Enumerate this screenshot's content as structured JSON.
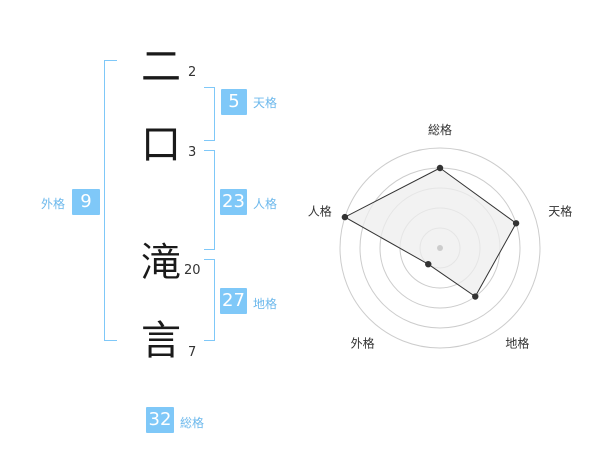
{
  "characters": [
    {
      "char": "二",
      "strokes": "2"
    },
    {
      "char": "口",
      "strokes": "3"
    },
    {
      "char": "滝",
      "strokes": "20"
    },
    {
      "char": "言",
      "strokes": "7"
    }
  ],
  "fortunes": {
    "tenkaku": {
      "value": "5",
      "label": "天格"
    },
    "jinkaku": {
      "value": "23",
      "label": "人格"
    },
    "chikaku": {
      "value": "27",
      "label": "地格"
    },
    "gaikaku": {
      "value": "9",
      "label": "外格"
    },
    "soukaku": {
      "value": "32",
      "label": "総格"
    }
  },
  "chart_data": {
    "type": "radar",
    "axes": [
      "総格",
      "天格",
      "地格",
      "外格",
      "人格"
    ],
    "values": [
      4,
      4,
      3,
      1,
      5
    ],
    "max": 5,
    "rings": 5,
    "colors": {
      "fill": "#eeeeee",
      "line": "#333333",
      "grid": "#cccccc",
      "accent": "#7fc8f8"
    }
  }
}
